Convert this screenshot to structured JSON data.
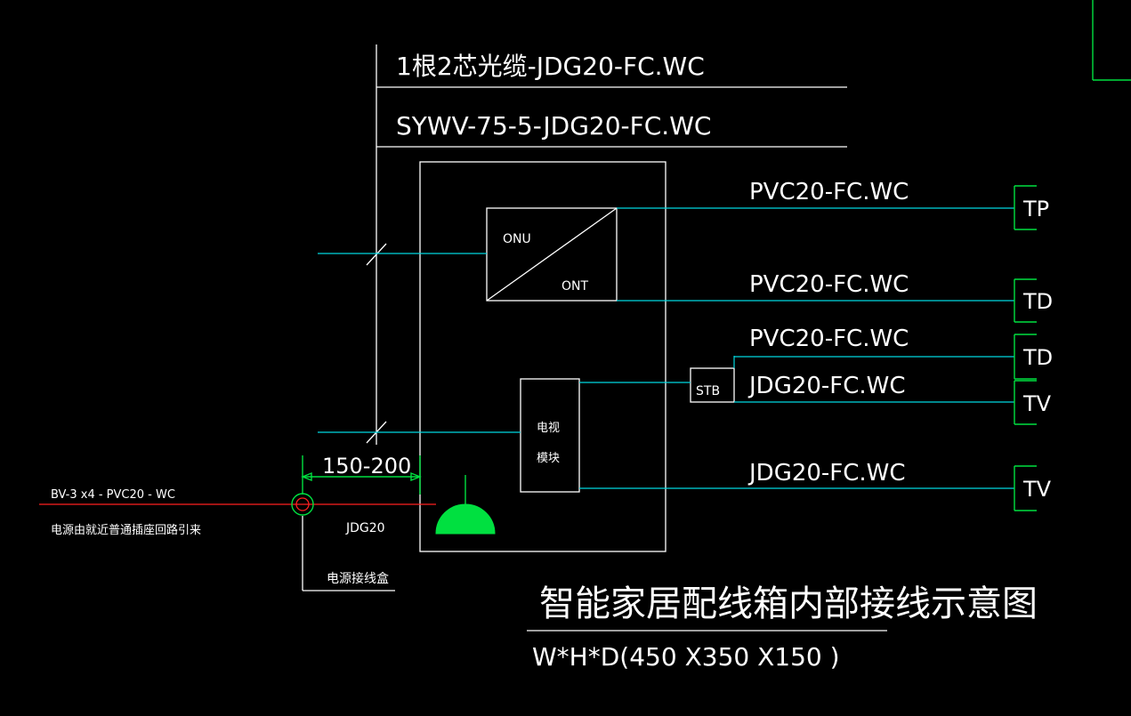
{
  "cables": {
    "fiber": "1根2芯光缆-JDG20-FC.WC",
    "coax": "SYWV-75-5-JDG20-FC.WC"
  },
  "box": {
    "onu_label": "ONU",
    "ont_label": "ONT",
    "tv_module_line1": "电视",
    "tv_module_line2": "模块",
    "stb_label": "STB"
  },
  "outlets": [
    {
      "cable": "PVC20-FC.WC",
      "terminal": "TP"
    },
    {
      "cable": "PVC20-FC.WC",
      "terminal": "TD"
    },
    {
      "cable": "PVC20-FC.WC",
      "terminal": "TD"
    },
    {
      "cable": "JDG20-FC.WC",
      "terminal": "TV"
    },
    {
      "cable": "JDG20-FC.WC",
      "terminal": "TV"
    }
  ],
  "power": {
    "cable": "BV-3 x4 - PVC20 - WC",
    "note": "电源由就近普通插座回路引来",
    "conduit": "JDG20",
    "dimension": "150-200",
    "junction_box": "电源接线盒"
  },
  "title": {
    "main": "智能家居配线箱内部接线示意图",
    "sub": "W*H*D(450 X350 X150 )"
  },
  "colors": {
    "background": "#000000",
    "lines": "#ffffff",
    "signal": "#00d8e0",
    "green": "#00e040",
    "power": "#ff2020"
  }
}
